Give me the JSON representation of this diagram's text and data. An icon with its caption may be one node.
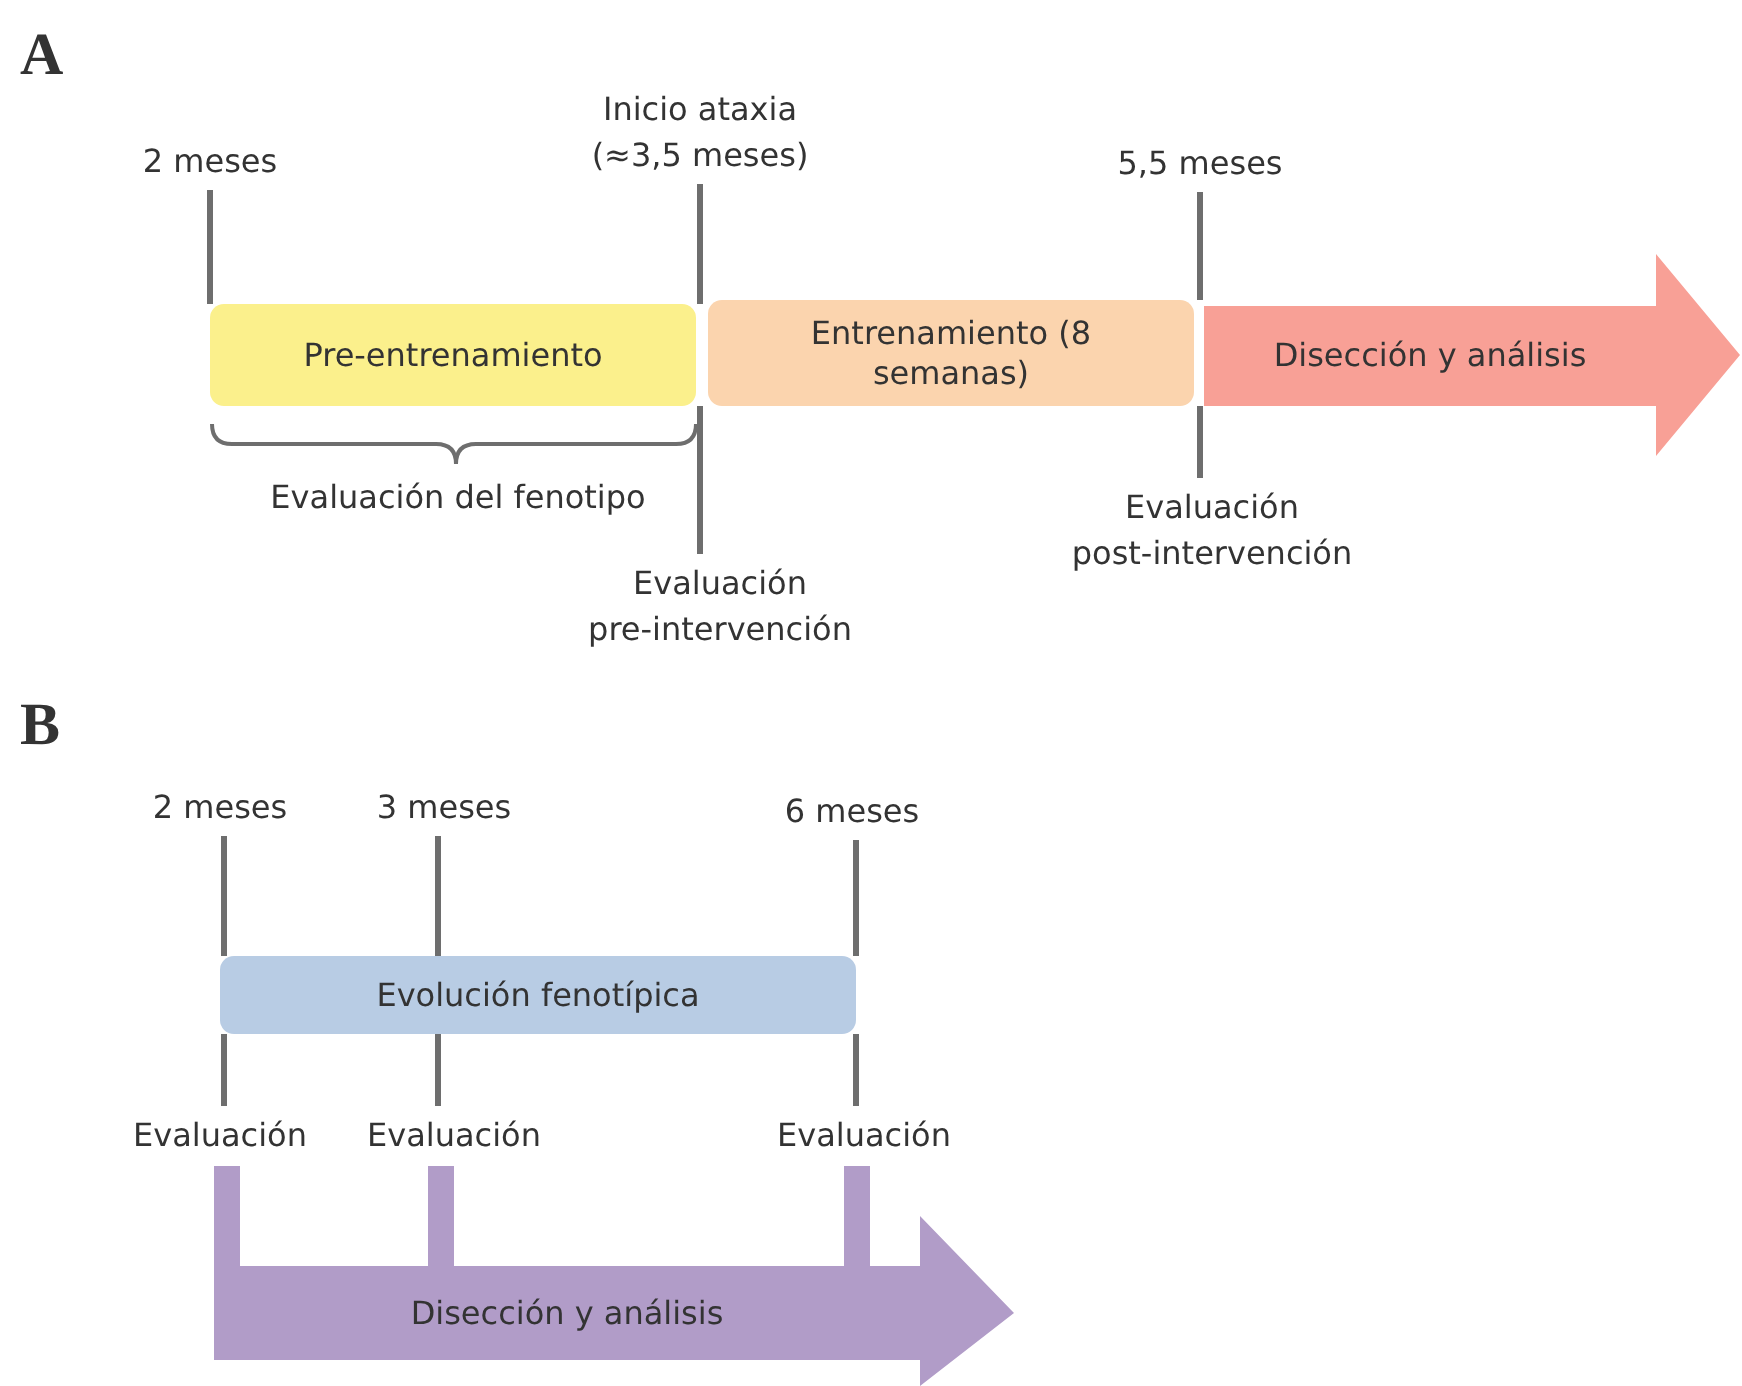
{
  "diagram": {
    "nodes": [
      {
        "text": [
          "Pre-entrenamiento"
        ]
      },
      {
        "text": [
          "Entrenamiento (8 semanas)"
        ]
      },
      {
        "text": [
          "Disección y análisis"
        ]
      },
      {
        "text": [
          "Evolución fenotípica"
        ]
      },
      {
        "text": [
          "Disección y análisis"
        ]
      },
      {
        "text": [
          "2 meses"
        ]
      },
      {
        "text": [
          "Inicio ataxia (≈3,5 meses)"
        ]
      },
      {
        "text": [
          "5,5 meses"
        ]
      },
      {
        "text": [
          "Evaluación post-intervención"
        ]
      },
      {
        "text": [
          "Evaluación pre-intervención"
        ]
      },
      {
        "text": [
          "2 meses"
        ]
      },
      {
        "text": [
          "3 meses"
        ]
      },
      {
        "text": [
          "6 meses"
        ]
      },
      {
        "text": [
          "Evaluación"
        ]
      },
      {
        "text": [
          "Evaluación"
        ]
      },
      {
        "text": [
          "Evaluación"
        ]
      }
    ],
    "edges": [
      {
        "from": 5,
        "to": 0,
        "arrow": "none"
      },
      {
        "from": 6,
        "to": 0,
        "arrow": "none"
      },
      {
        "from": 0,
        "to": 9,
        "arrow": "none"
      },
      {
        "from": 7,
        "to": 1,
        "arrow": "none"
      },
      {
        "from": 1,
        "to": 8,
        "arrow": "none"
      },
      {
        "from": 10,
        "to": 3,
        "arrow": "none"
      },
      {
        "from": 11,
        "to": 3,
        "arrow": "none"
      },
      {
        "from": 12,
        "to": 3,
        "arrow": "none"
      },
      {
        "from": 3,
        "to": 13,
        "arrow": "none"
      },
      {
        "from": 3,
        "to": 14,
        "arrow": "none"
      },
      {
        "from": 3,
        "to": 15,
        "arrow": "none"
      }
    ],
    "labels": [
      "A",
      "Evaluación del fenotipo",
      "B"
    ]
  }
}
